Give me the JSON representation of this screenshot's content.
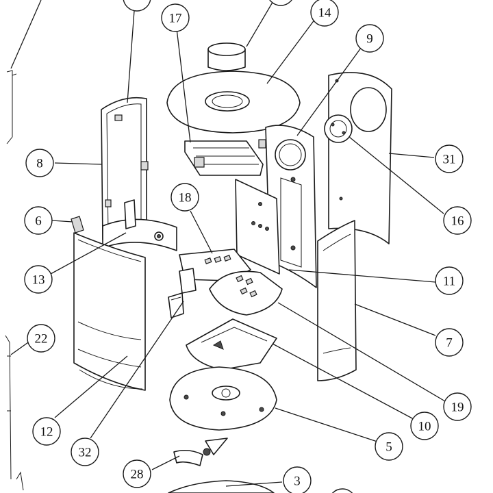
{
  "callouts": [
    {
      "id": "c17",
      "label": "17"
    },
    {
      "id": "c14",
      "label": "14"
    },
    {
      "id": "c9",
      "label": "9"
    },
    {
      "id": "c8",
      "label": "8"
    },
    {
      "id": "c31",
      "label": "31"
    },
    {
      "id": "c18",
      "label": "18"
    },
    {
      "id": "c6",
      "label": "6"
    },
    {
      "id": "c16",
      "label": "16"
    },
    {
      "id": "c13",
      "label": "13"
    },
    {
      "id": "c11",
      "label": "11"
    },
    {
      "id": "c22",
      "label": "22"
    },
    {
      "id": "c7",
      "label": "7"
    },
    {
      "id": "c19",
      "label": "19"
    },
    {
      "id": "c12",
      "label": "12"
    },
    {
      "id": "c10",
      "label": "10"
    },
    {
      "id": "c32",
      "label": "32"
    },
    {
      "id": "c5",
      "label": "5"
    },
    {
      "id": "c28",
      "label": "28"
    },
    {
      "id": "c3",
      "label": "3"
    }
  ]
}
